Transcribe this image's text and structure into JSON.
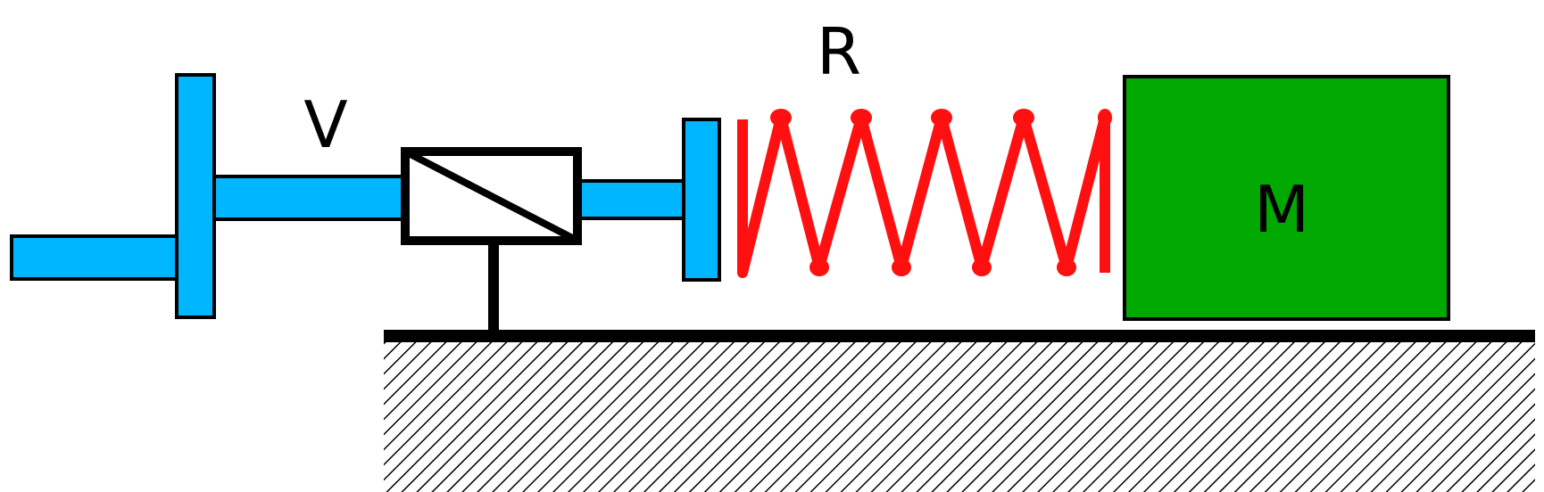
{
  "labels": {
    "valve": "V",
    "spring": "R",
    "mass": "M"
  },
  "colors": {
    "valve_body": "#00b7ff",
    "spring": "#ff0000",
    "mass": "#00a800",
    "outline": "#000000",
    "background": "#ffffff"
  }
}
